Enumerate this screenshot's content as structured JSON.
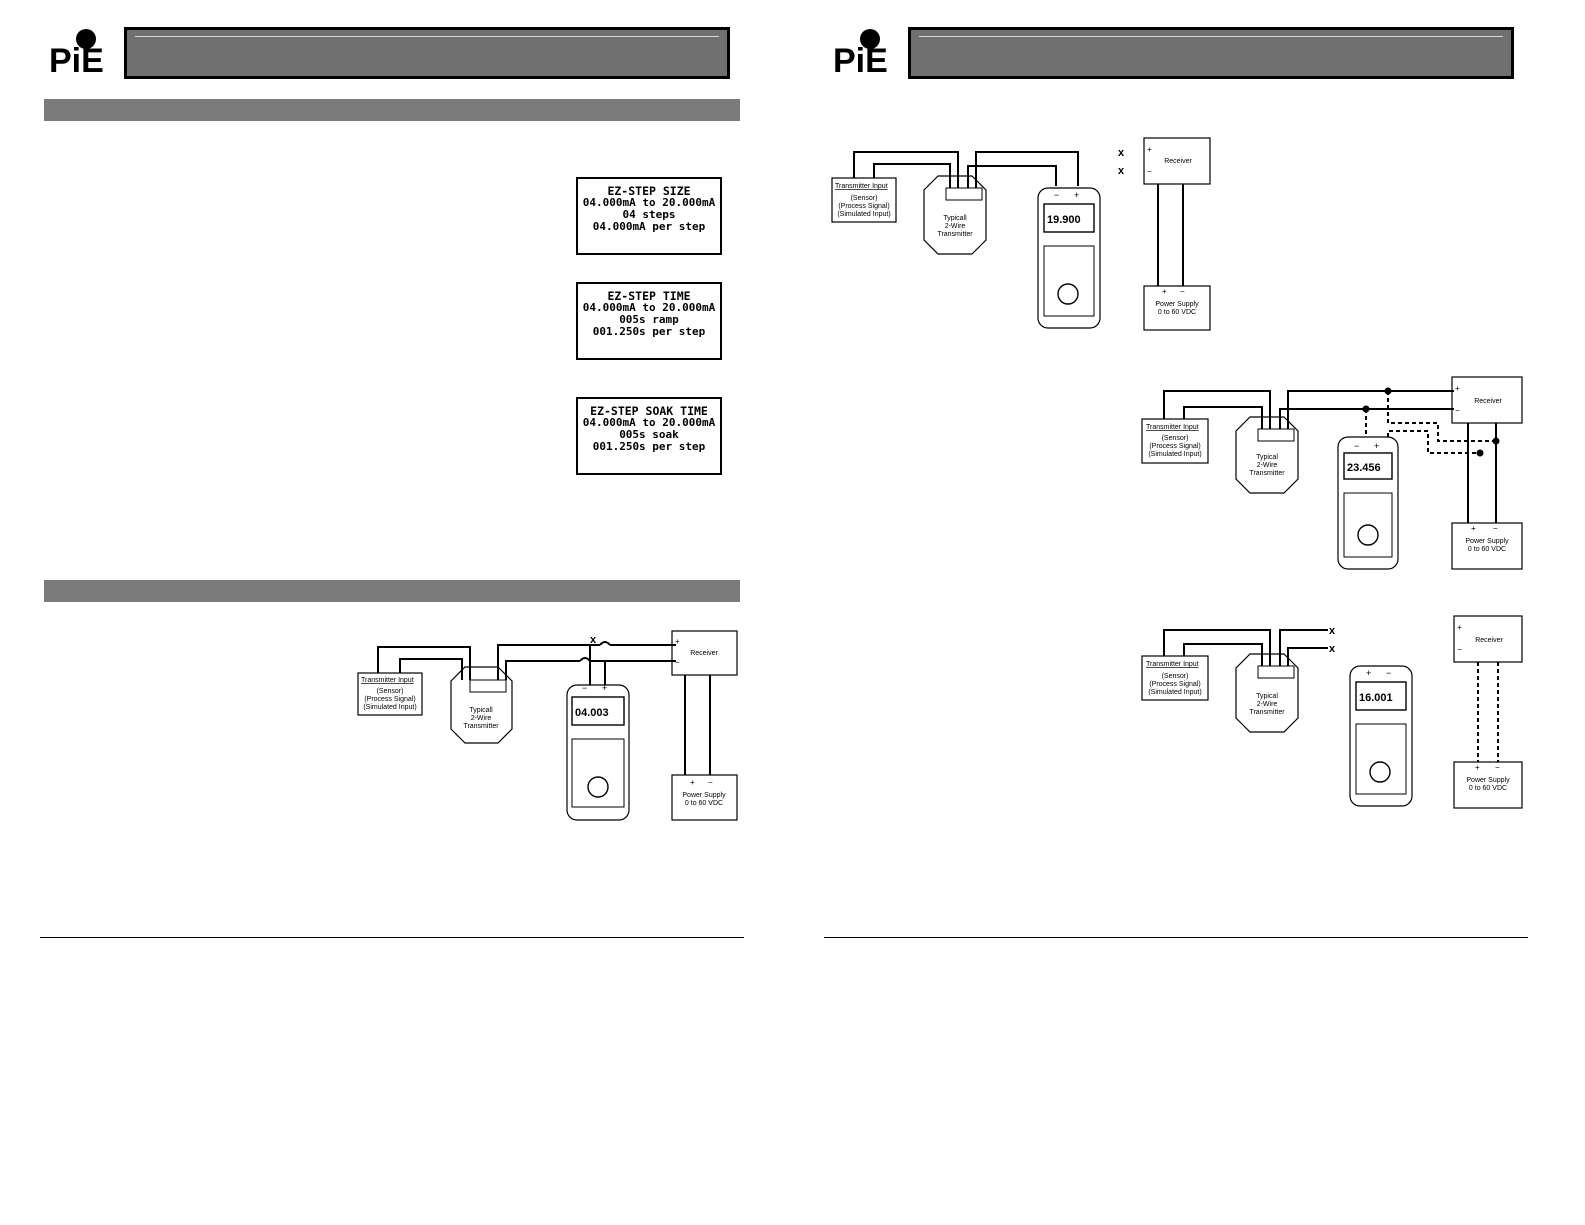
{
  "brand": {
    "logo_text": "PiE"
  },
  "lcd_screens": [
    {
      "title": "EZ-STEP SIZE",
      "line1": "04.000mA to 20.000mA",
      "line2": "04 steps",
      "line3": "04.000mA per step"
    },
    {
      "title": "EZ-STEP TIME",
      "line1": "04.000mA to 20.000mA",
      "line2": "005s ramp",
      "line3": "001.250s per step"
    },
    {
      "title": "EZ-STEP SOAK TIME",
      "line1": "04.000mA to 20.000mA",
      "line2": "005s soak",
      "line3": "001.250s per step"
    }
  ],
  "diagram_labels": {
    "transmitter_input": "Transmitter Input",
    "sensor": "(Sensor)",
    "process_signal": "(Process Signal)",
    "simulated_input": "(Simulated Input)",
    "typical": "Typical",
    "typicall": "Typicall",
    "two_wire": "2-Wire",
    "transmitter": "Transmitter",
    "receiver": "Receiver",
    "power_supply": "Power Supply",
    "power_range": "0 to 60 VDC",
    "plus": "+",
    "minus": "−",
    "cross": "x"
  },
  "meter_readings": [
    "04.003",
    "19.900",
    "23.456",
    "16.001"
  ]
}
